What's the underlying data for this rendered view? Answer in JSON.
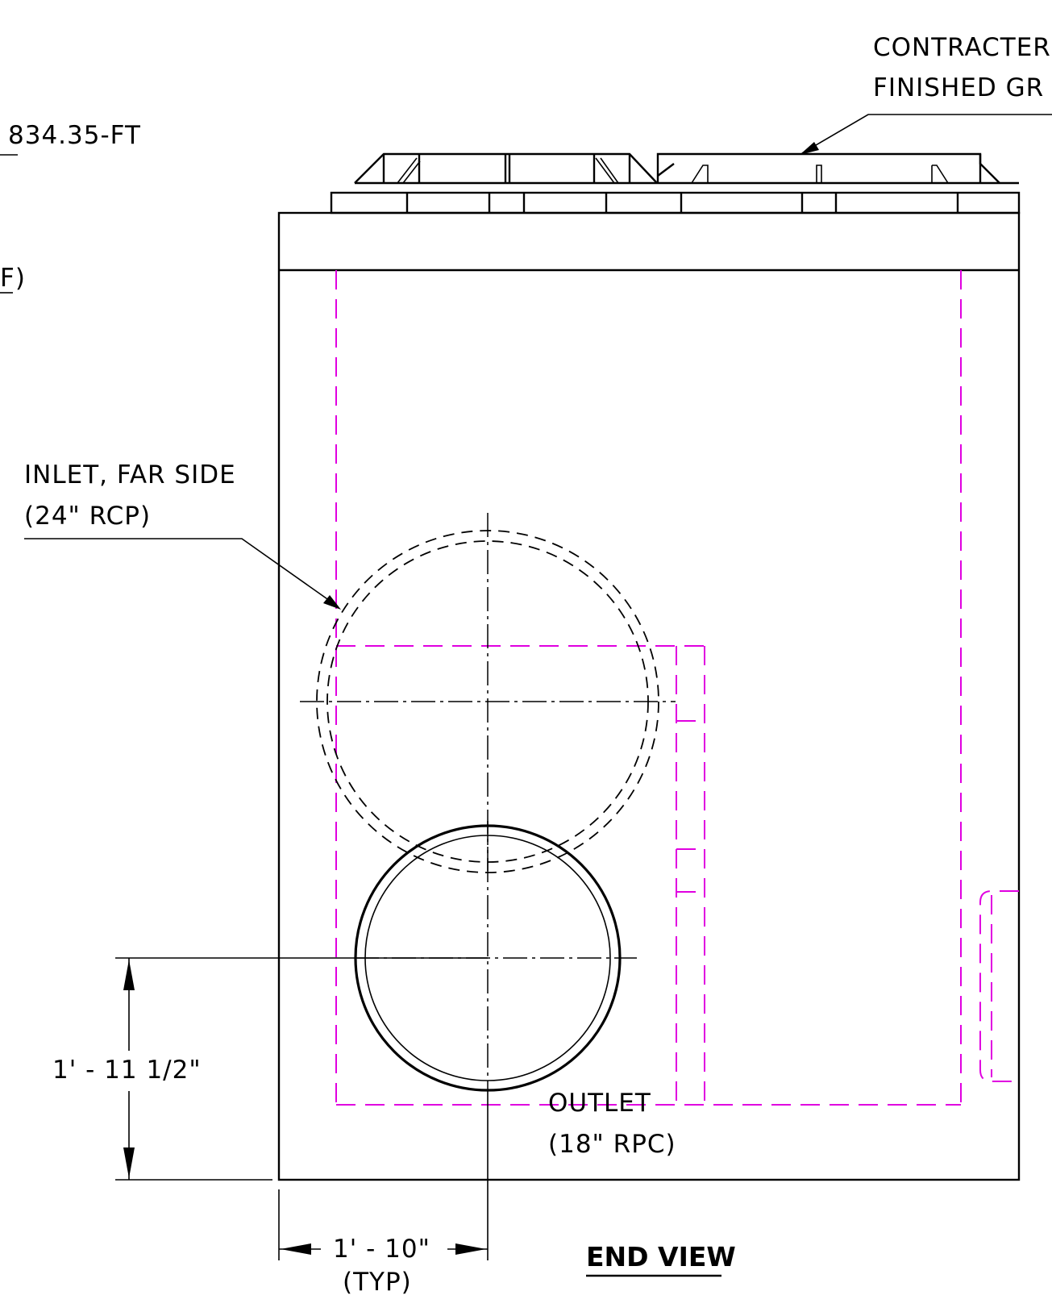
{
  "labels": {
    "elevation": "834.35-FT",
    "partial_left": "F)",
    "contractor_line1": "CONTRACTER",
    "contractor_line2": "FINISHED GR",
    "inlet_line1": "INLET, FAR SIDE",
    "inlet_line2": "(24\" RCP)",
    "outlet_line1": "OUTLET",
    "outlet_line2": "(18\" RPC)",
    "dim_vertical": "1' - 11 1/2\"",
    "dim_horizontal": "1' - 10\"",
    "dim_horizontal_note": "(TYP)",
    "view_title": "END VIEW"
  },
  "colors": {
    "linework": "#000000",
    "hidden_structure": "#e000e0",
    "background": "#ffffff"
  }
}
